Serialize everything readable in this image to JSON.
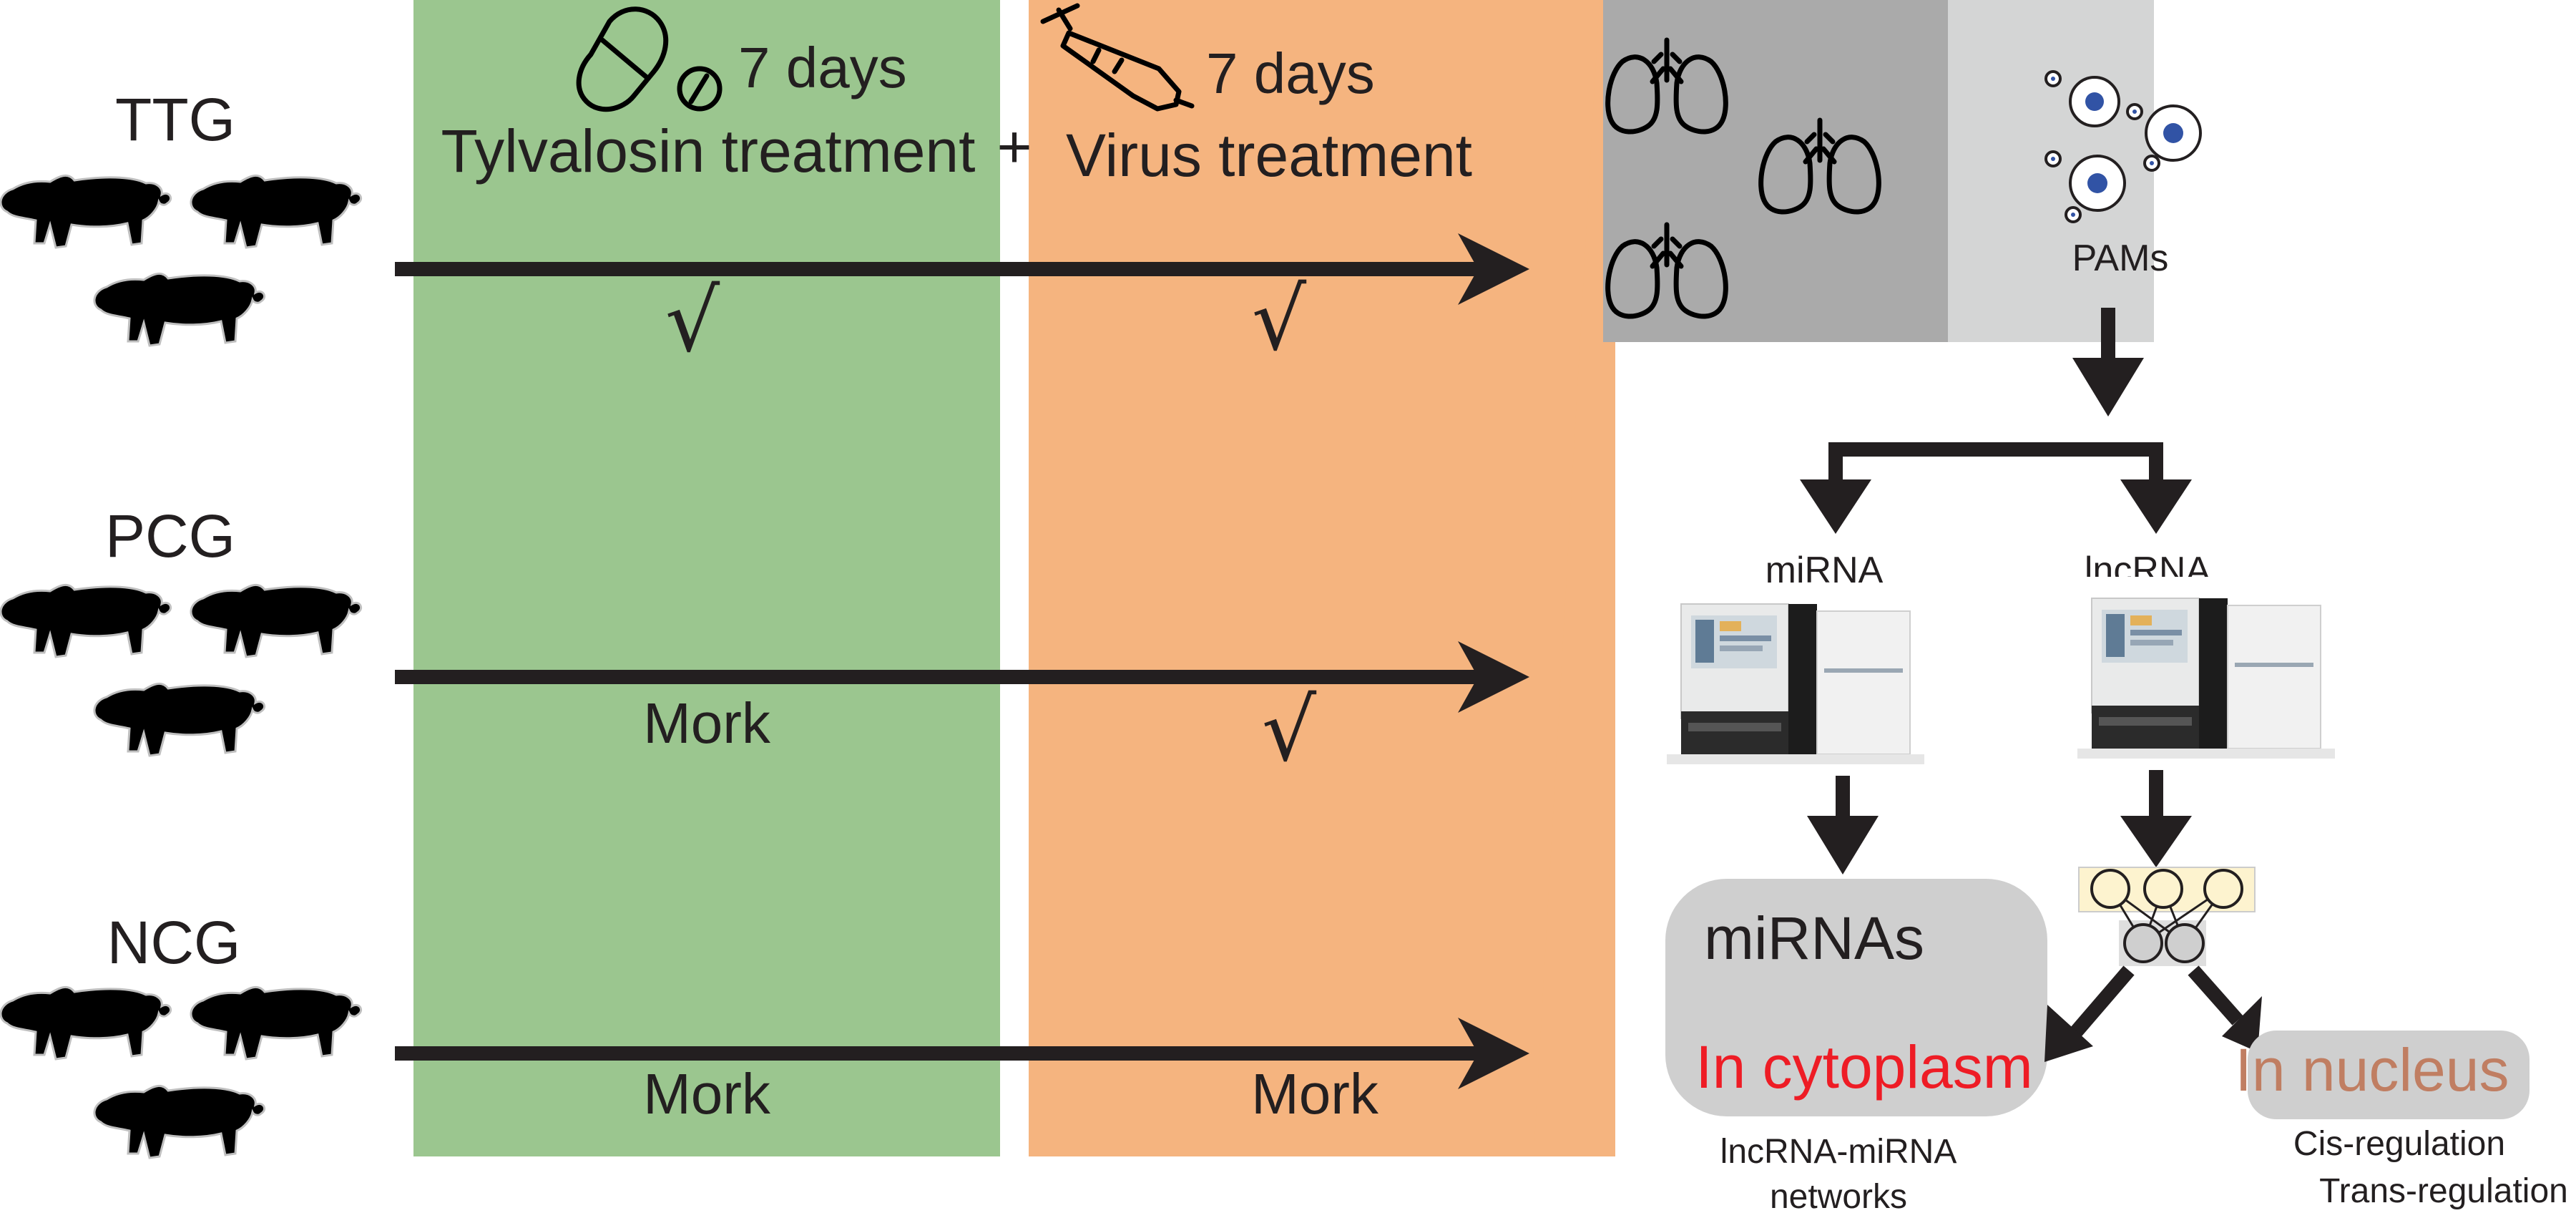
{
  "groups": [
    {
      "name": "TTG",
      "stage1": "check",
      "stage2": "check"
    },
    {
      "name": "PCG",
      "stage1": "Mork",
      "stage2": "check"
    },
    {
      "name": "NCG",
      "stage1": "Mork",
      "stage2": "Mork"
    }
  ],
  "check_mark": "√",
  "stage1": {
    "duration": "7 days",
    "label": "Tylvalosin treatment",
    "icon": "pill-capsule-icon"
  },
  "plus": "+",
  "stage2": {
    "duration": "7 days",
    "label": "Virus treatment",
    "icon": "syringe-icon"
  },
  "pams_label": "PAMs",
  "sequencing": {
    "left_label": "miRNA",
    "right_label": "lncRNA"
  },
  "mirnas_box": {
    "title": "miRNAs",
    "location": "In cytoplasm"
  },
  "networks_label_line1": "lncRNA-miRNA",
  "networks_label_line2": "networks",
  "nucleus_box": {
    "location": "In nucleus"
  },
  "regulation_line1": "Cis-regulation",
  "regulation_line2": "Trans-regulation",
  "colors": {
    "stage1_band": "#9bc68f",
    "stage2_band": "#f5b47f",
    "lung_panel": "#aaaaaa",
    "pam_panel": "#d4d5d5",
    "rounded_box": "#cfcfcf",
    "cytoplasm_text": "#ee1c25",
    "nucleus_text": "#c07e62",
    "ink": "#231f20",
    "cell_blue": "#3153a5"
  }
}
